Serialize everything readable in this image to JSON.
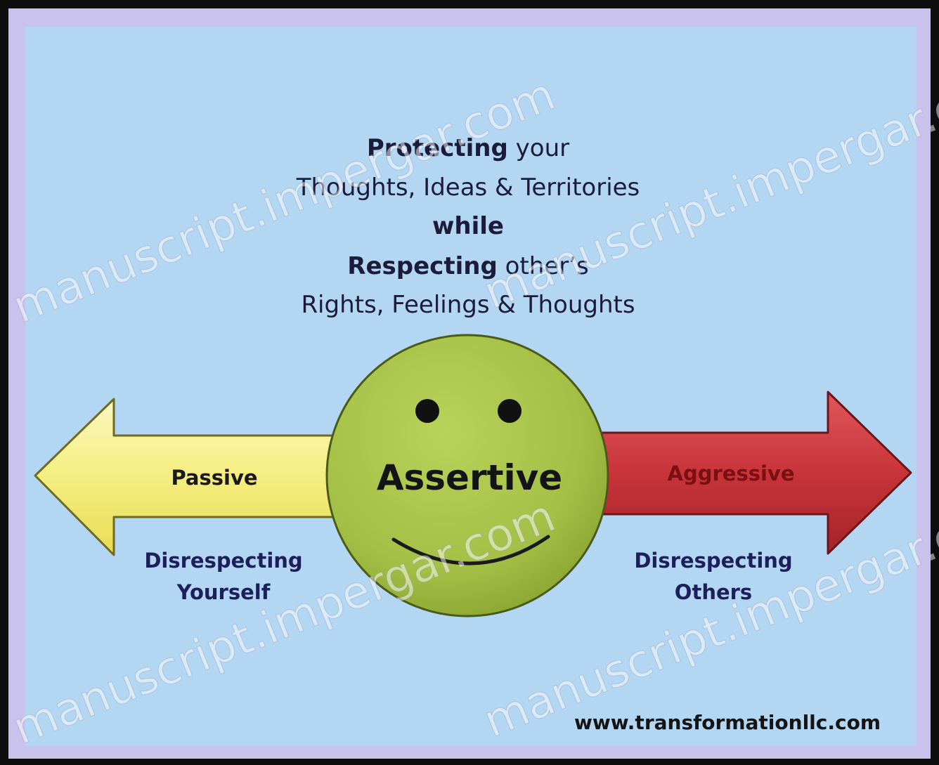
{
  "statement": {
    "line1": {
      "bold": "Protecting",
      "rest": " your"
    },
    "line2": "Thoughts, Ideas & Territories",
    "line3": "while",
    "line4": {
      "bold": "Respecting",
      "rest": " other’s"
    },
    "line5": "Rights, Feelings & Thoughts"
  },
  "left_arrow": {
    "label": "Passive",
    "caption_line1": "Disrespecting",
    "caption_line2": "Yourself",
    "color": "#f6f08a"
  },
  "center": {
    "label": "Assertive",
    "color": "#a6c24a"
  },
  "right_arrow": {
    "label": "Aggressive",
    "caption_line1": "Disrespecting",
    "caption_line2": "Others",
    "color": "#c8343a"
  },
  "footer_url": "www.transformationllc.com",
  "watermarks": [
    "manuscript.impergar.com",
    "manuscript.impergar.com",
    "manuscript.impergar.com",
    "manuscript.impergar.com"
  ],
  "colors": {
    "background": "#b3d6f2",
    "frame": "#0d0d0d",
    "text": "#1c1f5c"
  }
}
